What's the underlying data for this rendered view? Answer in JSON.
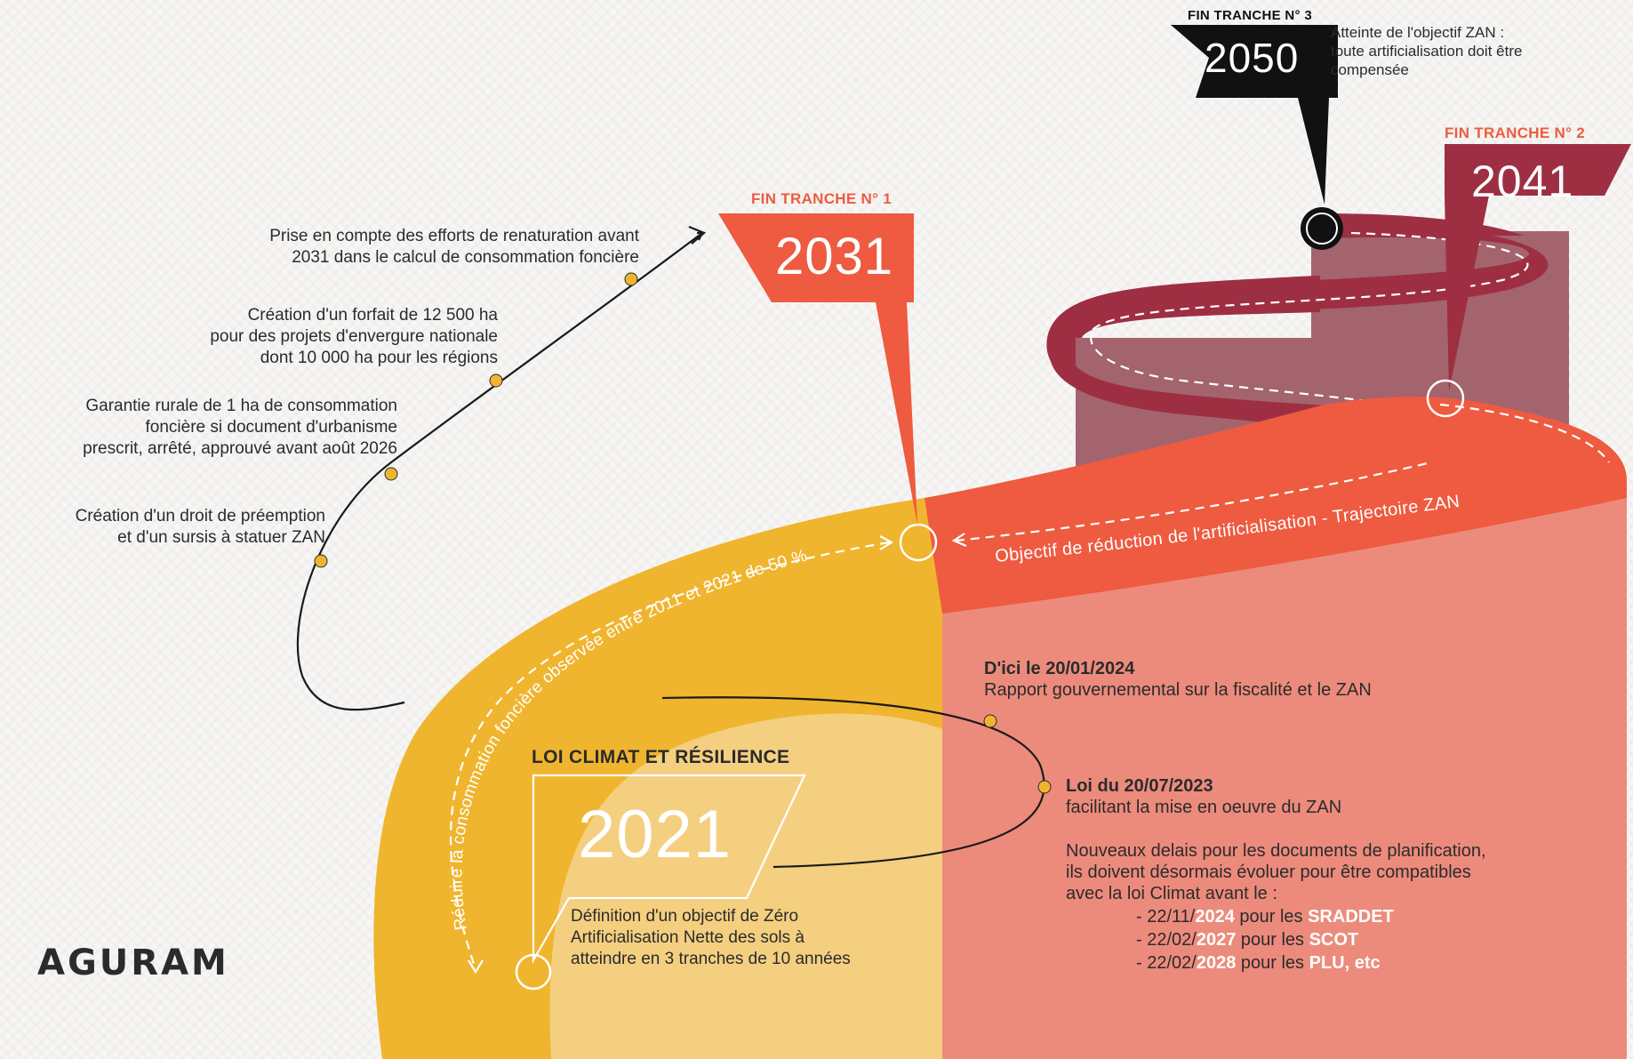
{
  "colors": {
    "yellow": "#f0b52e",
    "yellow_light": "#f4cf80",
    "coral": "#ee5b40",
    "pink": "#ec8b7c",
    "maroon": "#9e2f43",
    "mauve": "#a3646e",
    "black": "#111111"
  },
  "milestones": {
    "m2021": {
      "label": "LOI CLIMAT ET RÉSILIENCE",
      "year": "2021",
      "text": [
        "Définition d'un objectif de Zéro",
        "Artificialisation Nette des sols à",
        "atteindre en 3 tranches de 10 années"
      ]
    },
    "m2031": {
      "label": "FIN TRANCHE N° 1",
      "year": "2031"
    },
    "m2041": {
      "label": "FIN TRANCHE N° 2",
      "year": "2041"
    },
    "m2050": {
      "label": "FIN TRANCHE N° 3",
      "year": "2050",
      "text": [
        "Atteinte de l'objectif ZAN :",
        "toute artificialisation doit être",
        "compensée"
      ]
    }
  },
  "road_labels": {
    "yellow": "Réduire la consommation foncière observée entre 2011 et 2021 de 50 %",
    "coral": "Objectif de réduction de l'artificialisation - Trajectoire ZAN"
  },
  "left_notes": [
    [
      "Prise en compte des efforts de renaturation avant",
      "2031 dans le calcul de consommation foncière"
    ],
    [
      "Création d'un forfait de 12 500 ha",
      "pour des projets  d'envergure nationale",
      "dont 10 000 ha pour les régions"
    ],
    [
      "Garantie rurale de 1 ha de consommation",
      "foncière si document d'urbanisme",
      "prescrit, arrêté, approuvé avant août 2026"
    ],
    [
      "Création d'un droit de préemption",
      "et d'un sursis à statuer ZAN"
    ]
  ],
  "right_notes": {
    "n1": {
      "title": "D'ici le 20/01/2024",
      "text": "Rapport gouvernemental sur la fiscalité et le ZAN"
    },
    "n2": {
      "title": "Loi du 20/07/2023",
      "text": "facilitant la mise en oeuvre du ZAN",
      "desc": [
        "Nouveaux delais pour les documents de planification,",
        "ils doivent désormais évoluer pour être compatibles",
        "avec la loi Climat avant le :"
      ],
      "deadlines": [
        {
          "prefix": "- 22/11/",
          "year": "2024",
          "mid": " pour les ",
          "doc": "SRADDET"
        },
        {
          "prefix": "- 22/02/",
          "year": "2027",
          "mid": " pour les ",
          "doc": "SCOT"
        },
        {
          "prefix": "- 22/02/",
          "year": "2028",
          "mid": " pour les ",
          "doc": "PLU, etc"
        }
      ]
    }
  },
  "logo": {
    "text": "AGURAM"
  }
}
